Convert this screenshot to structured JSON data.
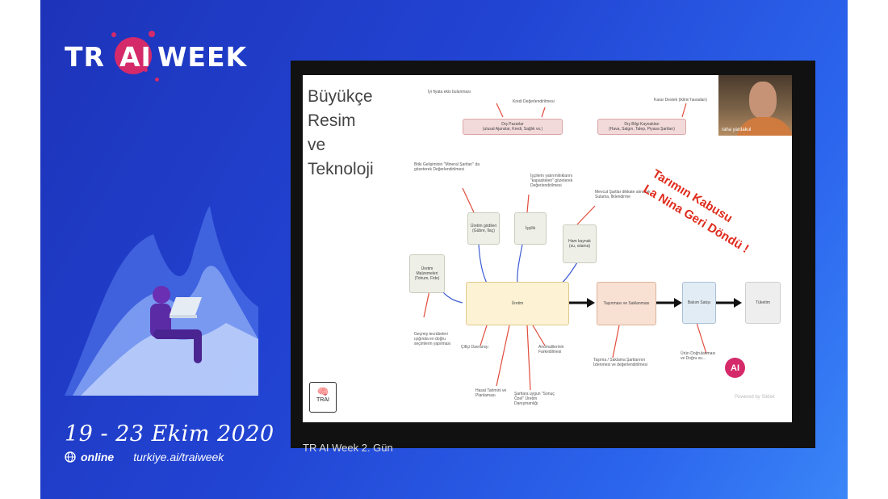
{
  "event": {
    "logo_left": "TR",
    "logo_ai": "AI",
    "logo_right": "WEEK",
    "dates": "19 - 23 Ekim  2020",
    "online_label": "online",
    "url": "turkiye.ai/traiweek"
  },
  "slide": {
    "title": "Büyükçe\nResim\nve\nTeknoloji",
    "overlay_text": "Tarımın Kabusu\nLa Nina Geri Döndü !",
    "boxes": {
      "dis_pazarlar": "Dış Pazarlar\n(ulusal Ajanslar, Kredi, Sağlık vs.)",
      "dis_bilgi": "Dış Bilgi Kaynakları\n(Hava, Salgın, Talep, Piyasa Şartları)",
      "uretim_girdileri": "Üretim girdileri\n(Gübre, İlaç)",
      "iscilik": "İşçilik",
      "ozel_kaynak": "Ham kaynak\n(su, ıslama)",
      "uretim_malzeme": "Üretim Malzemeleri\n(Tohum, Fide)",
      "uretim": "Üretim",
      "tasima": "Taşınması ve Saklanması",
      "bakim": "Bakım Satışı",
      "tuketim": "Tüketim"
    },
    "notes": {
      "n1": "İyi fiyata ekis bulunması",
      "n2": "Kredi Değerlendirilmesi",
      "n3": "Karar Destek (iklim/ havadan)",
      "n4": "Bitki Gelişiminin \"Mineral Şartları\" da gözeterek Değerlendirilmesi",
      "n5": "İşçilerin yatırımlılıklarını \"kapasiteleri\" gözeterek Değerlendirilmesi",
      "n6": "Mevcut Şartlar dikkate alınarak Sulama, İlklendirme",
      "n7": "Geçmiş tecrübeleri ışığında en doğru seçimlerin yapılması",
      "n8": "Çiftçi Davranışı",
      "n9": "Anomalilerinin Farkedilmesi",
      "n10": "Hasat Tahmini ve Planlaması",
      "n11": "Şartlara uygun \"Sonuç Özel\" Üretim Danışmanlığı",
      "n12": "Taşıma / Saklama Şartlarının İzlenmesi ve değerlendirilmesi",
      "n13": "Ürün Doğrulanması ve Doğru su...",
      "powered": "Powered by Slidek"
    },
    "mini_logo": "TRAI",
    "ai_badge": "AI"
  },
  "camera": {
    "participant_name": "raha yardakul"
  },
  "caption": "TR AI Week 2. Gün",
  "colors": {
    "background_start": "#1d33b9",
    "background_end": "#3a86f7",
    "brand_pink": "#d42a6a",
    "overlay_red": "#e02b1c"
  }
}
